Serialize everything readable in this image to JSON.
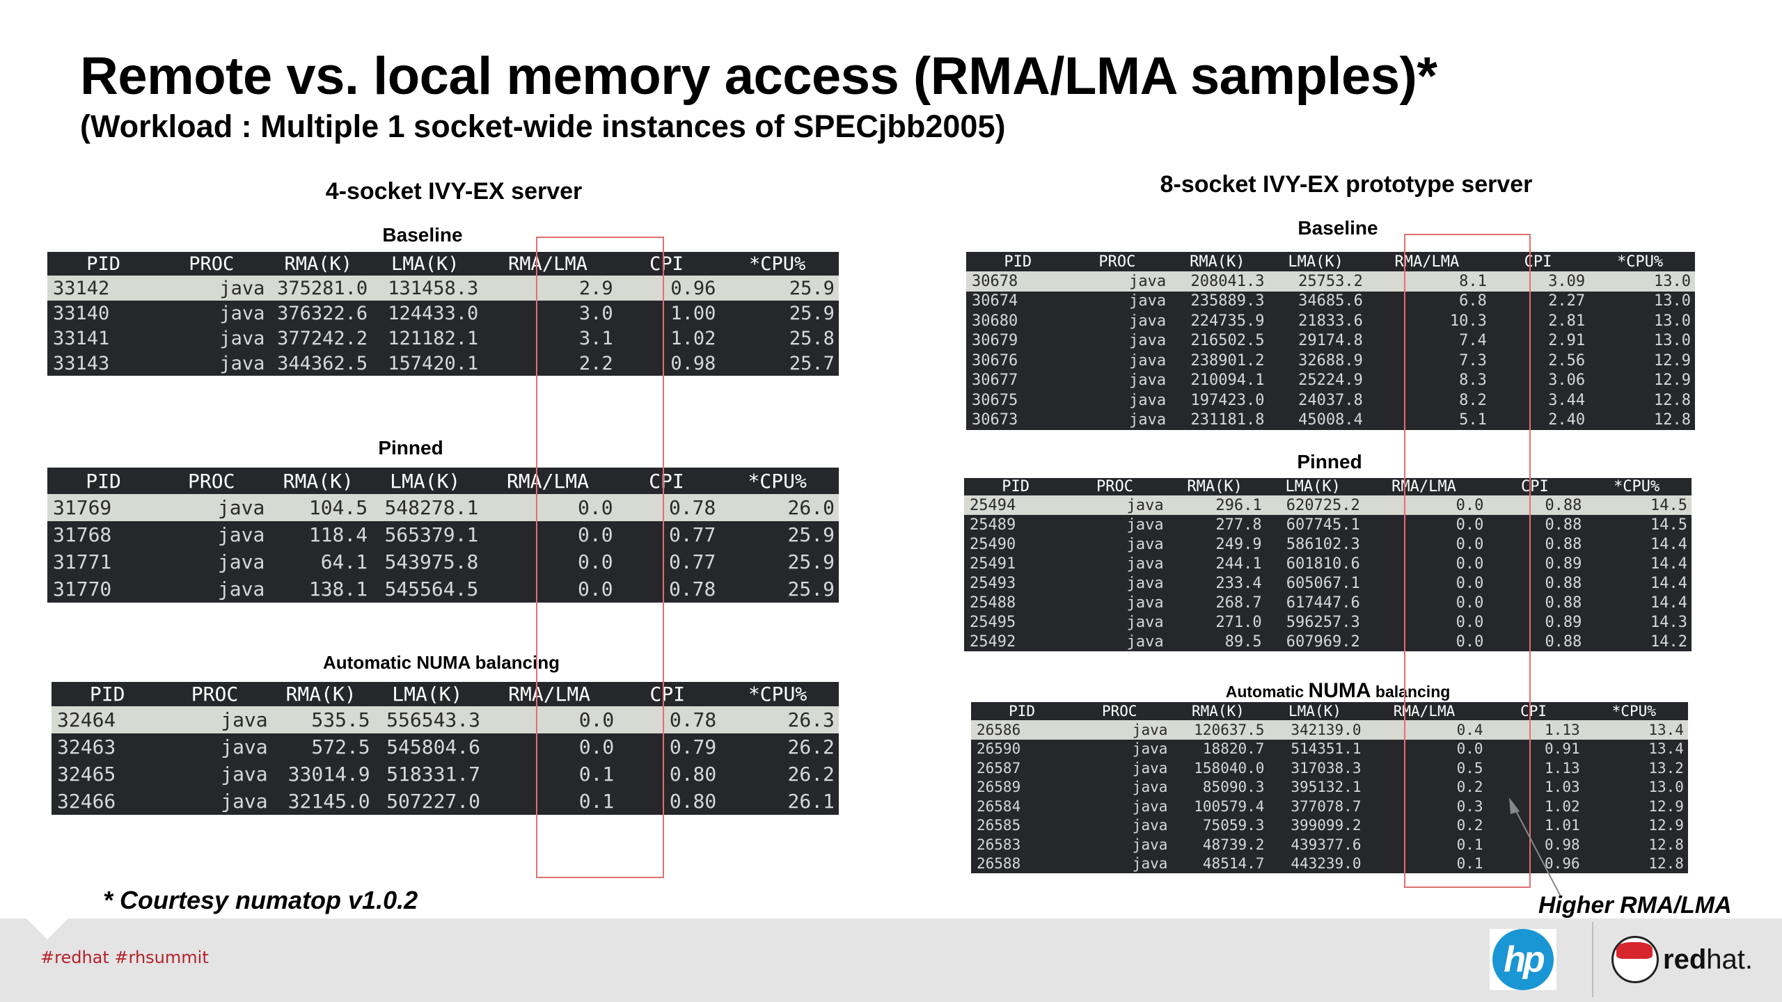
{
  "slide": {
    "title": "Remote vs. local memory access (RMA/LMA samples)*",
    "subtitle": "(Workload : Multiple 1 socket-wide instances of SPECjbb2005)",
    "footnote": "* Courtesy numatop v1.0.2",
    "annotation": "Higher RMA/LMA",
    "hashtags": "#redhat  #rhsummit",
    "logos": {
      "hp": "hp",
      "redhat_bold": "red",
      "redhat_light": "hat."
    },
    "accent_color": "#b5212b",
    "highlight_box_color": "#e07070"
  },
  "columns": [
    "PID",
    "PROC",
    "RMA(K)",
    "LMA(K)",
    "RMA/LMA",
    "CPI",
    "*CPU%"
  ],
  "left": {
    "server_title": "4-socket IVY-EX server",
    "tables": [
      {
        "label": "Baseline",
        "rows": [
          [
            "33142",
            "java",
            "375281.0",
            "131458.3",
            "2.9",
            "0.96",
            "25.9"
          ],
          [
            "33140",
            "java",
            "376322.6",
            "124433.0",
            "3.0",
            "1.00",
            "25.9"
          ],
          [
            "33141",
            "java",
            "377242.2",
            "121182.1",
            "3.1",
            "1.02",
            "25.8"
          ],
          [
            "33143",
            "java",
            "344362.5",
            "157420.1",
            "2.2",
            "0.98",
            "25.7"
          ]
        ]
      },
      {
        "label": "Pinned",
        "rows": [
          [
            "31769",
            "java",
            "104.5",
            "548278.1",
            "0.0",
            "0.78",
            "26.0"
          ],
          [
            "31768",
            "java",
            "118.4",
            "565379.1",
            "0.0",
            "0.77",
            "25.9"
          ],
          [
            "31771",
            "java",
            "64.1",
            "543975.8",
            "0.0",
            "0.77",
            "25.9"
          ],
          [
            "31770",
            "java",
            "138.1",
            "545564.5",
            "0.0",
            "0.78",
            "25.9"
          ]
        ]
      },
      {
        "label": "Automatic NUMA balancing",
        "rows": [
          [
            "32464",
            "java",
            "535.5",
            "556543.3",
            "0.0",
            "0.78",
            "26.3"
          ],
          [
            "32463",
            "java",
            "572.5",
            "545804.6",
            "0.0",
            "0.79",
            "26.2"
          ],
          [
            "32465",
            "java",
            "33014.9",
            "518331.7",
            "0.1",
            "0.80",
            "26.2"
          ],
          [
            "32466",
            "java",
            "32145.0",
            "507227.0",
            "0.1",
            "0.80",
            "26.1"
          ]
        ]
      }
    ]
  },
  "right": {
    "server_title": "8-socket IVY-EX prototype server",
    "tables": [
      {
        "label": "Baseline",
        "rows": [
          [
            "30678",
            "java",
            "208041.3",
            "25753.2",
            "8.1",
            "3.09",
            "13.0"
          ],
          [
            "30674",
            "java",
            "235889.3",
            "34685.6",
            "6.8",
            "2.27",
            "13.0"
          ],
          [
            "30680",
            "java",
            "224735.9",
            "21833.6",
            "10.3",
            "2.81",
            "13.0"
          ],
          [
            "30679",
            "java",
            "216502.5",
            "29174.8",
            "7.4",
            "2.91",
            "13.0"
          ],
          [
            "30676",
            "java",
            "238901.2",
            "32688.9",
            "7.3",
            "2.56",
            "12.9"
          ],
          [
            "30677",
            "java",
            "210094.1",
            "25224.9",
            "8.3",
            "3.06",
            "12.9"
          ],
          [
            "30675",
            "java",
            "197423.0",
            "24037.8",
            "8.2",
            "3.44",
            "12.8"
          ],
          [
            "30673",
            "java",
            "231181.8",
            "45008.4",
            "5.1",
            "2.40",
            "12.8"
          ]
        ]
      },
      {
        "label": "Pinned",
        "rows": [
          [
            "25494",
            "java",
            "296.1",
            "620725.2",
            "0.0",
            "0.88",
            "14.5"
          ],
          [
            "25489",
            "java",
            "277.8",
            "607745.1",
            "0.0",
            "0.88",
            "14.5"
          ],
          [
            "25490",
            "java",
            "249.9",
            "586102.3",
            "0.0",
            "0.88",
            "14.4"
          ],
          [
            "25491",
            "java",
            "244.1",
            "601810.6",
            "0.0",
            "0.89",
            "14.4"
          ],
          [
            "25493",
            "java",
            "233.4",
            "605067.1",
            "0.0",
            "0.88",
            "14.4"
          ],
          [
            "25488",
            "java",
            "268.7",
            "617447.6",
            "0.0",
            "0.88",
            "14.4"
          ],
          [
            "25495",
            "java",
            "271.0",
            "596257.3",
            "0.0",
            "0.89",
            "14.3"
          ],
          [
            "25492",
            "java",
            "89.5",
            "607969.2",
            "0.0",
            "0.88",
            "14.2"
          ]
        ]
      },
      {
        "label_pre": "Automatic ",
        "label_big": "NUMA",
        "label_post": " balancing",
        "rows": [
          [
            "26586",
            "java",
            "120637.5",
            "342139.0",
            "0.4",
            "1.13",
            "13.4"
          ],
          [
            "26590",
            "java",
            "18820.7",
            "514351.1",
            "0.0",
            "0.91",
            "13.4"
          ],
          [
            "26587",
            "java",
            "158040.0",
            "317038.3",
            "0.5",
            "1.13",
            "13.2"
          ],
          [
            "26589",
            "java",
            "85090.3",
            "395132.1",
            "0.2",
            "1.03",
            "13.0"
          ],
          [
            "26584",
            "java",
            "100579.4",
            "377078.7",
            "0.3",
            "1.02",
            "12.9"
          ],
          [
            "26585",
            "java",
            "75059.3",
            "399099.2",
            "0.2",
            "1.01",
            "12.9"
          ],
          [
            "26583",
            "java",
            "48739.2",
            "439377.6",
            "0.1",
            "0.98",
            "12.8"
          ],
          [
            "26588",
            "java",
            "48514.7",
            "443239.0",
            "0.1",
            "0.96",
            "12.8"
          ]
        ]
      }
    ]
  }
}
